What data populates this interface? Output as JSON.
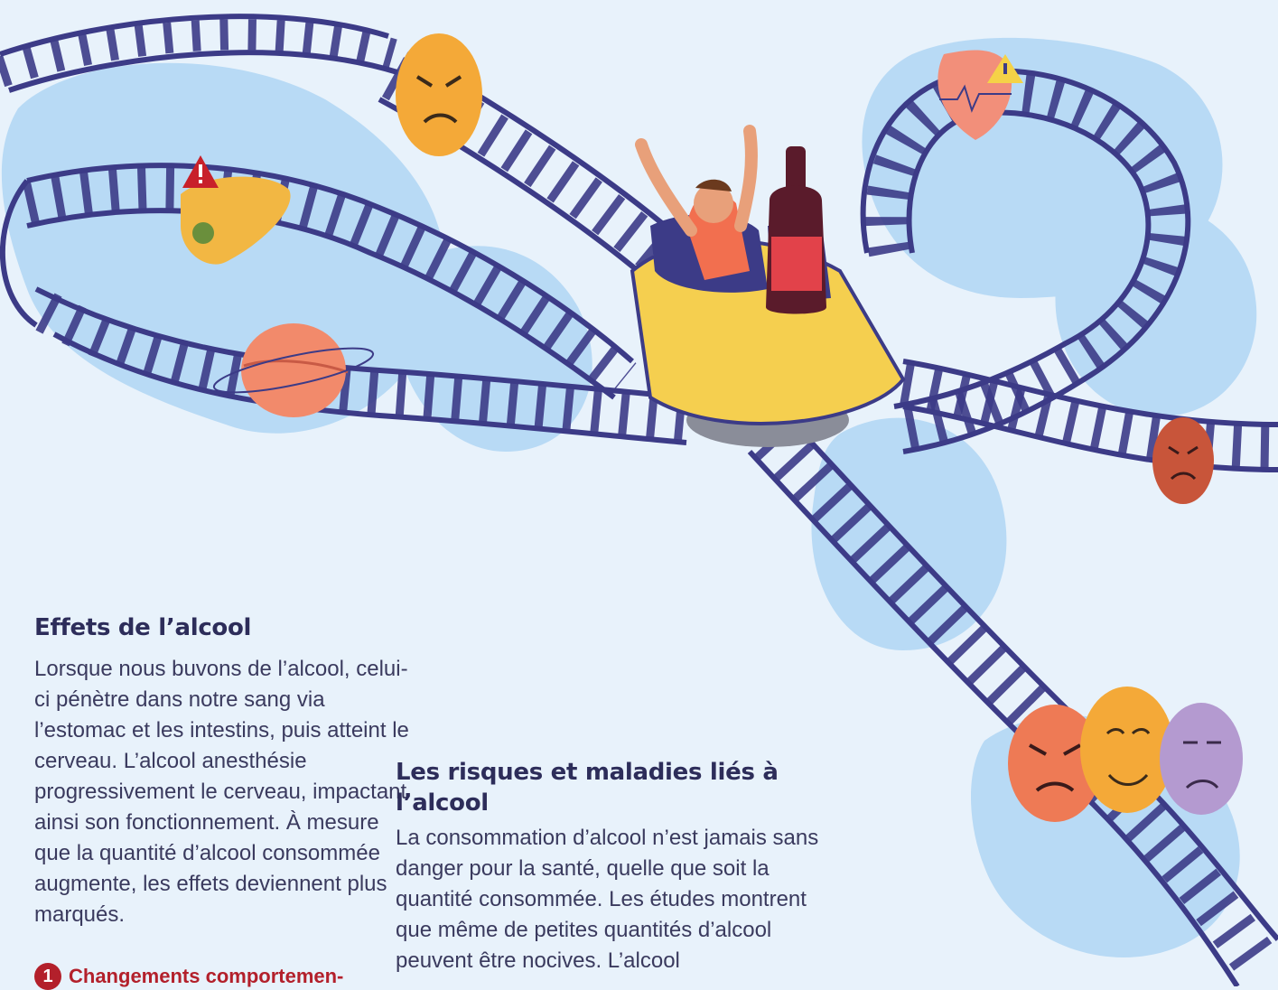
{
  "colors": {
    "background": "#e8f2fb",
    "blob": "#b8daf5",
    "track": "#3c3b87",
    "heading": "#2d2d5a",
    "body_text": "#3a3a5e",
    "accent_red": "#b3202b"
  },
  "illustration": {
    "elements": [
      "roller-coaster-track",
      "coaster-car",
      "person-arms-raised",
      "wine-bottle",
      "liver-icon",
      "brain-icon",
      "heart-icon",
      "warning-icon",
      "angry-face-icon",
      "happy-face-icon",
      "sad-face-icon"
    ]
  },
  "sections": {
    "effets": {
      "title": "Effets de l’alcool",
      "body": "Lorsque nous buvons de l’alcool, celui-ci pénètre dans notre sang via l’estomac et les intestins, puis atteint le cerveau. L’alcool anesthésie progressivement le cerveau, impactant ainsi son fonctionnement. À mesure que la quantité d’alcool consommée augmente, les effets deviennent plus marqués.",
      "step_number": "1",
      "step_title": "Changements comportemen-"
    },
    "risques": {
      "title": "Les risques et maladies liés à l’alcool",
      "body": "La consommation d’alcool n’est jamais sans danger pour la santé, quelle que soit la quantité consommée. Les études montrent que même de petites quantités d’alcool peuvent être nocives. L’alcool"
    }
  }
}
